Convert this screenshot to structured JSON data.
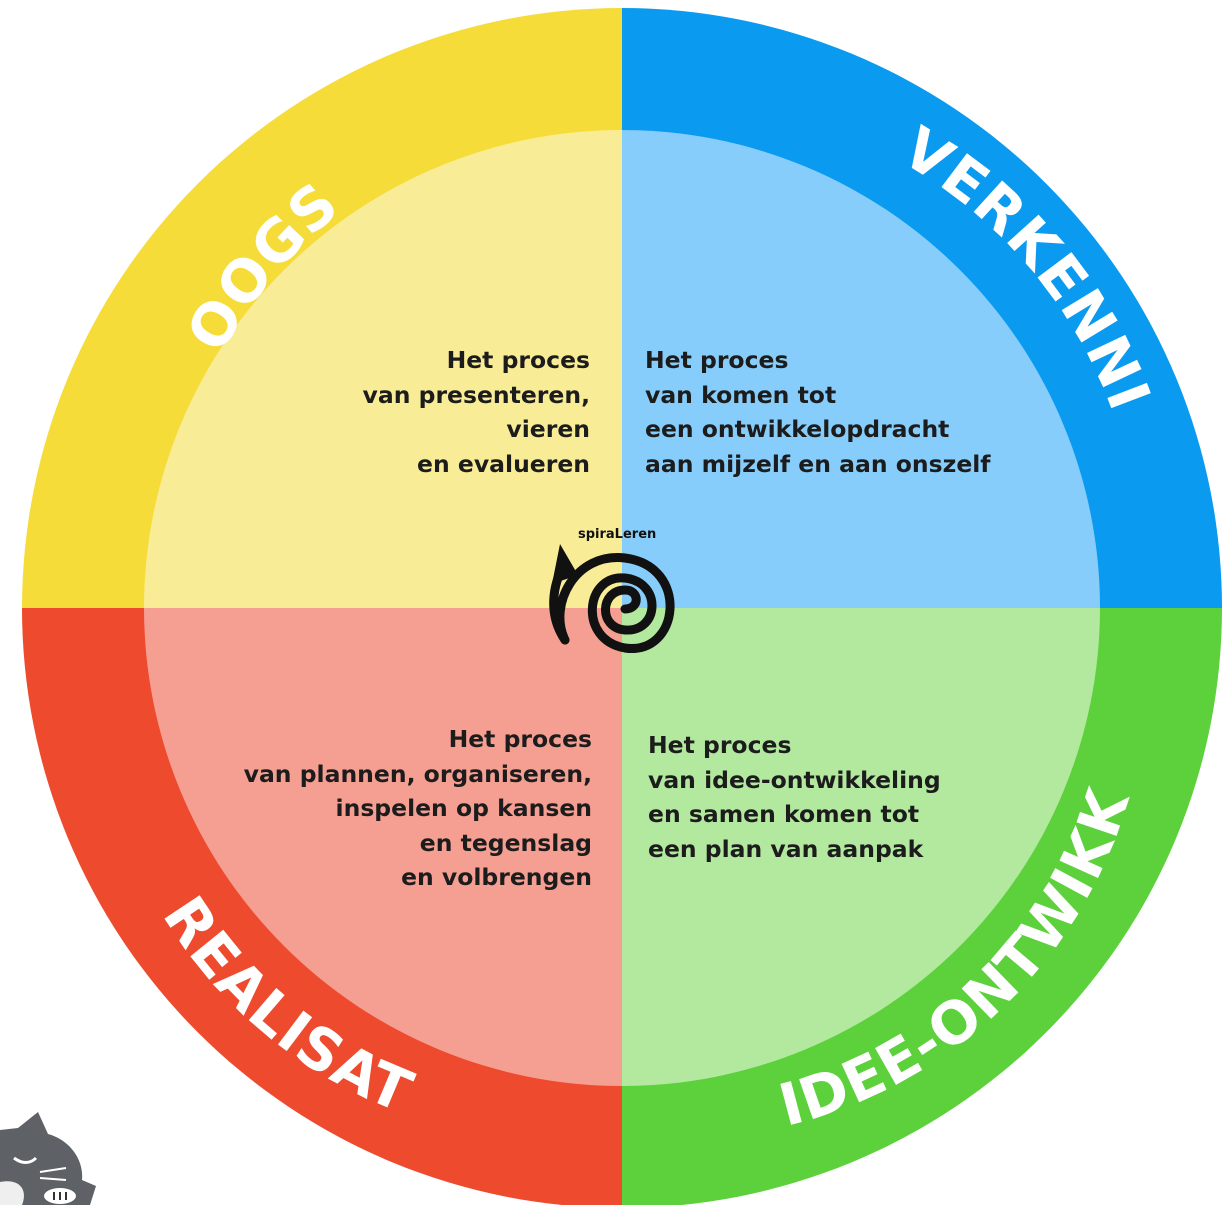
{
  "diagram": {
    "quadrants": [
      {
        "id": "oogst",
        "title": "OOGST",
        "outer_color": "#F6DC38",
        "inner_color": "#F9EC96",
        "description": [
          "Het proces",
          "van presenteren,",
          "vieren",
          "en evalueren"
        ]
      },
      {
        "id": "verkenning",
        "title": "VERKENNING",
        "outer_color": "#0A9AF0",
        "inner_color": "#86CDFB",
        "description": [
          "Het proces",
          "van komen tot",
          "een ontwikkelopdracht",
          "aan mijzelf en aan onszelf"
        ]
      },
      {
        "id": "idee-ontwikkeling",
        "title": "IDEE-ONTWIKKELING",
        "outer_color": "#5CD13C",
        "inner_color": "#B2E99E",
        "description": [
          "Het proces",
          "van idee-ontwikkeling",
          "en samen komen tot",
          "een plan van aanpak"
        ]
      },
      {
        "id": "realisatie",
        "title": "REALISATIE",
        "outer_color": "#EE4A2E",
        "inner_color": "#F59E92",
        "description": [
          "Het proces",
          "van plannen, organiseren,",
          "inspelen op kansen",
          "en tegenslag",
          "en volbrengen"
        ]
      }
    ],
    "center_logo": {
      "label": "spiraLeren",
      "icon": "spiral-arrow-icon"
    },
    "corner_mascot": {
      "icon": "cat-mascot-icon",
      "colors": {
        "fur": "#5E6266",
        "paw": "#FFFFFF"
      }
    }
  }
}
